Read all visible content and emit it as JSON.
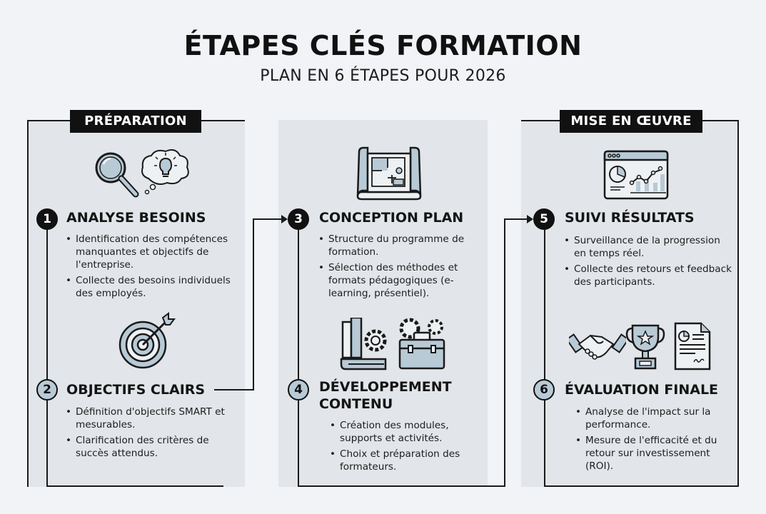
{
  "header": {
    "title": "ÉTAPES CLÉS FORMATION",
    "subtitle": "PLAN EN 6 ÉTAPES POUR 2026"
  },
  "phases": [
    {
      "label": "PRÉPARATION"
    },
    {
      "label": "MISE EN ŒUVRE"
    }
  ],
  "colors": {
    "background": "#f1f3f6",
    "panel": "#e2e5e9",
    "accent_blue": "#b8cad6",
    "ink": "#111111"
  },
  "steps": [
    {
      "number": "1",
      "title": "ANALYSE BESOINS",
      "style": "dark",
      "icons": [
        "magnifier-icon",
        "lightbulb-thought-icon"
      ],
      "bullets": [
        "Identification des compétences manquantes et objectifs de l'entreprise.",
        "Collecte des besoins individuels des employés."
      ]
    },
    {
      "number": "2",
      "title": "OBJECTIFS CLAIRS",
      "style": "light",
      "icons": [
        "target-arrow-icon"
      ],
      "bullets": [
        "Définition d'objectifs SMART et mesurables.",
        "Clarification des critères de succès attendus."
      ]
    },
    {
      "number": "3",
      "title": "CONCEPTION PLAN",
      "style": "dark",
      "icons": [
        "blueprint-icon"
      ],
      "bullets": [
        "Structure du programme de formation.",
        "Sélection des méthodes et formats pédagogiques (e-learning, présentiel)."
      ]
    },
    {
      "number": "4",
      "title_line1": "DÉVELOPPEMENT",
      "title_line2": "CONTENU",
      "style": "light",
      "icons": [
        "books-gear-icon",
        "toolbox-gears-icon"
      ],
      "bullets": [
        "Création des modules, supports et activités.",
        "Choix et préparation des formateurs."
      ]
    },
    {
      "number": "5",
      "title": "SUIVI RÉSULTATS",
      "style": "dark",
      "icons": [
        "dashboard-analytics-icon"
      ],
      "bullets": [
        "Surveillance de la progression en temps réel.",
        "Collecte des retours et feedback des participants."
      ]
    },
    {
      "number": "6",
      "title": "ÉVALUATION FINALE",
      "style": "light",
      "icons": [
        "handshake-icon",
        "trophy-icon",
        "report-document-icon"
      ],
      "bullets": [
        "Analyse de l'impact sur la performance.",
        "Mesure de l'efficacité et du retour sur investissement (ROI)."
      ]
    }
  ]
}
